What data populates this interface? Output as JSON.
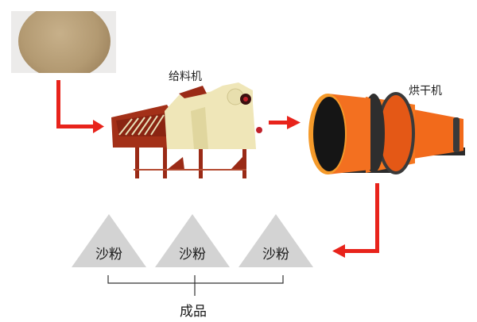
{
  "diagram": {
    "type": "process-flow",
    "colors": {
      "arrow": "#e8231b",
      "triangle": "#d3d3d3",
      "bracket": "#333333",
      "sand": "#b8a07a",
      "feeder_body": "#efe6b8",
      "feeder_frame": "#9a2a16",
      "dryer_body": "#f26a1b"
    },
    "steps": [
      {
        "id": "raw-sand",
        "label": ""
      },
      {
        "id": "feeder",
        "label": "给料机"
      },
      {
        "id": "dryer",
        "label": "烘干机"
      }
    ],
    "products": [
      {
        "label": "沙粉"
      },
      {
        "label": "沙粉"
      },
      {
        "label": "沙粉"
      }
    ],
    "result_label": "成品"
  }
}
